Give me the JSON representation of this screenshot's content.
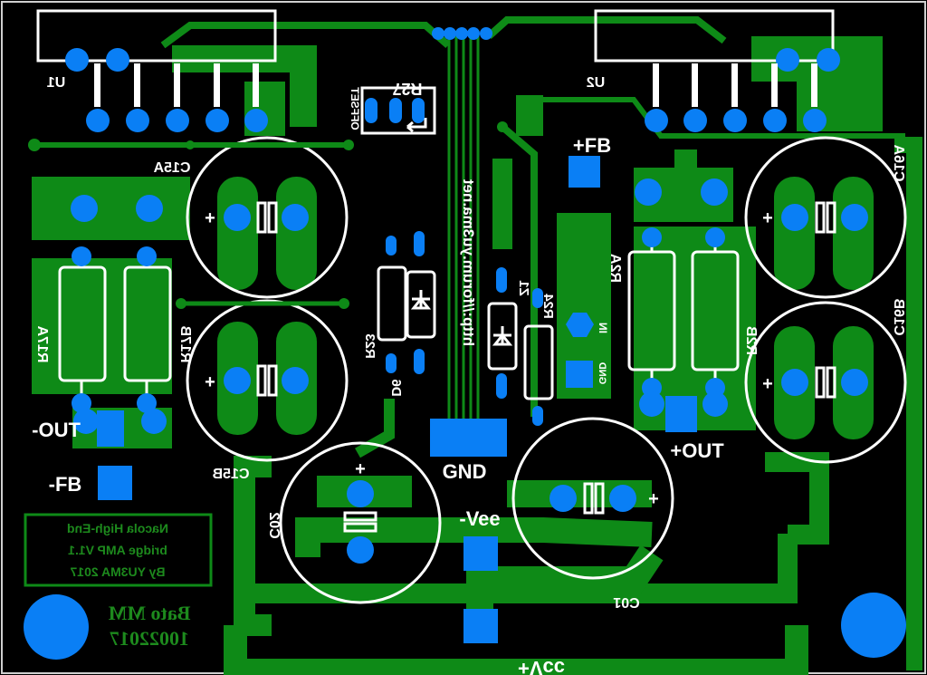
{
  "colors": {
    "board": "#000000",
    "copper": "#0e8a17",
    "pad": "#0a7ff5",
    "silkscreen": "#ffffff",
    "copper_text": "#1f9a1f"
  },
  "ic_labels": {
    "u1": "U1",
    "u2": "U2"
  },
  "resistors": {
    "r27": "R27",
    "offset": "OFFSET",
    "r17a": "R17A",
    "r17b": "R17B",
    "r23": "R23",
    "r24": "R24",
    "r2a": "R2A",
    "r2b": "R2B"
  },
  "caps": {
    "c15a": "C15A",
    "c15b": "C15B",
    "c16a": "C16A",
    "c16b": "C16B",
    "c02": "C02",
    "c01": "C01"
  },
  "diodes": {
    "d6": "D6",
    "z1": "Z1"
  },
  "nets": {
    "fb_plus": "+FB",
    "fb_minus": "-FB",
    "out_minus": "-OUT",
    "out_plus": "+OUT",
    "gnd": "GND",
    "vee": "-Vee",
    "vcc": "+Vcc",
    "in": "IN",
    "gnd_small": "GND",
    "plus": "+"
  },
  "url_text": "http://forum.yu3ma.net",
  "title_block": {
    "line1": "Nacola High-End",
    "line2": "bridge AMP V1.1",
    "line3": "By YU3MA 2017"
  },
  "author": {
    "name": "Bato MM",
    "date": "10022017"
  }
}
